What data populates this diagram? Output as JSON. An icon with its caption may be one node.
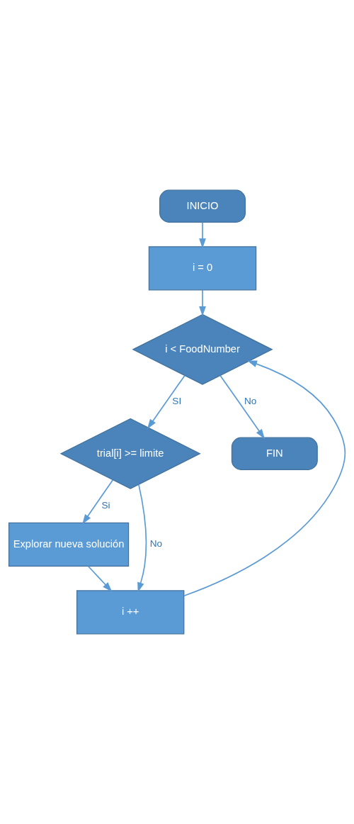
{
  "diagram": {
    "nodes": [
      {
        "text": [
          "INICIO"
        ]
      },
      {
        "text": [
          "i = 0"
        ]
      },
      {
        "text": [
          "i < FoodNumber"
        ]
      },
      {
        "text": [
          "trial[i] >= limite"
        ]
      },
      {
        "text": [
          "Explorar nueva solución"
        ]
      },
      {
        "text": [
          "i ++"
        ]
      },
      {
        "text": [
          "FIN"
        ]
      }
    ],
    "edges": [
      {
        "from": 0,
        "to": 1,
        "arrow": "to"
      },
      {
        "from": 1,
        "to": 2,
        "arrow": "to"
      },
      {
        "from": 2,
        "to": 3,
        "arrow": "to",
        "label": "SI"
      },
      {
        "from": 3,
        "to": 4,
        "arrow": "to",
        "label": "Si"
      },
      {
        "from": 3,
        "to": 5,
        "arrow": "to",
        "label": "No"
      },
      {
        "from": 4,
        "to": 5,
        "arrow": "to"
      },
      {
        "from": 5,
        "to": 2,
        "arrow": "to"
      },
      {
        "from": 2,
        "to": 6,
        "arrow": "to",
        "label": "No"
      }
    ]
  }
}
